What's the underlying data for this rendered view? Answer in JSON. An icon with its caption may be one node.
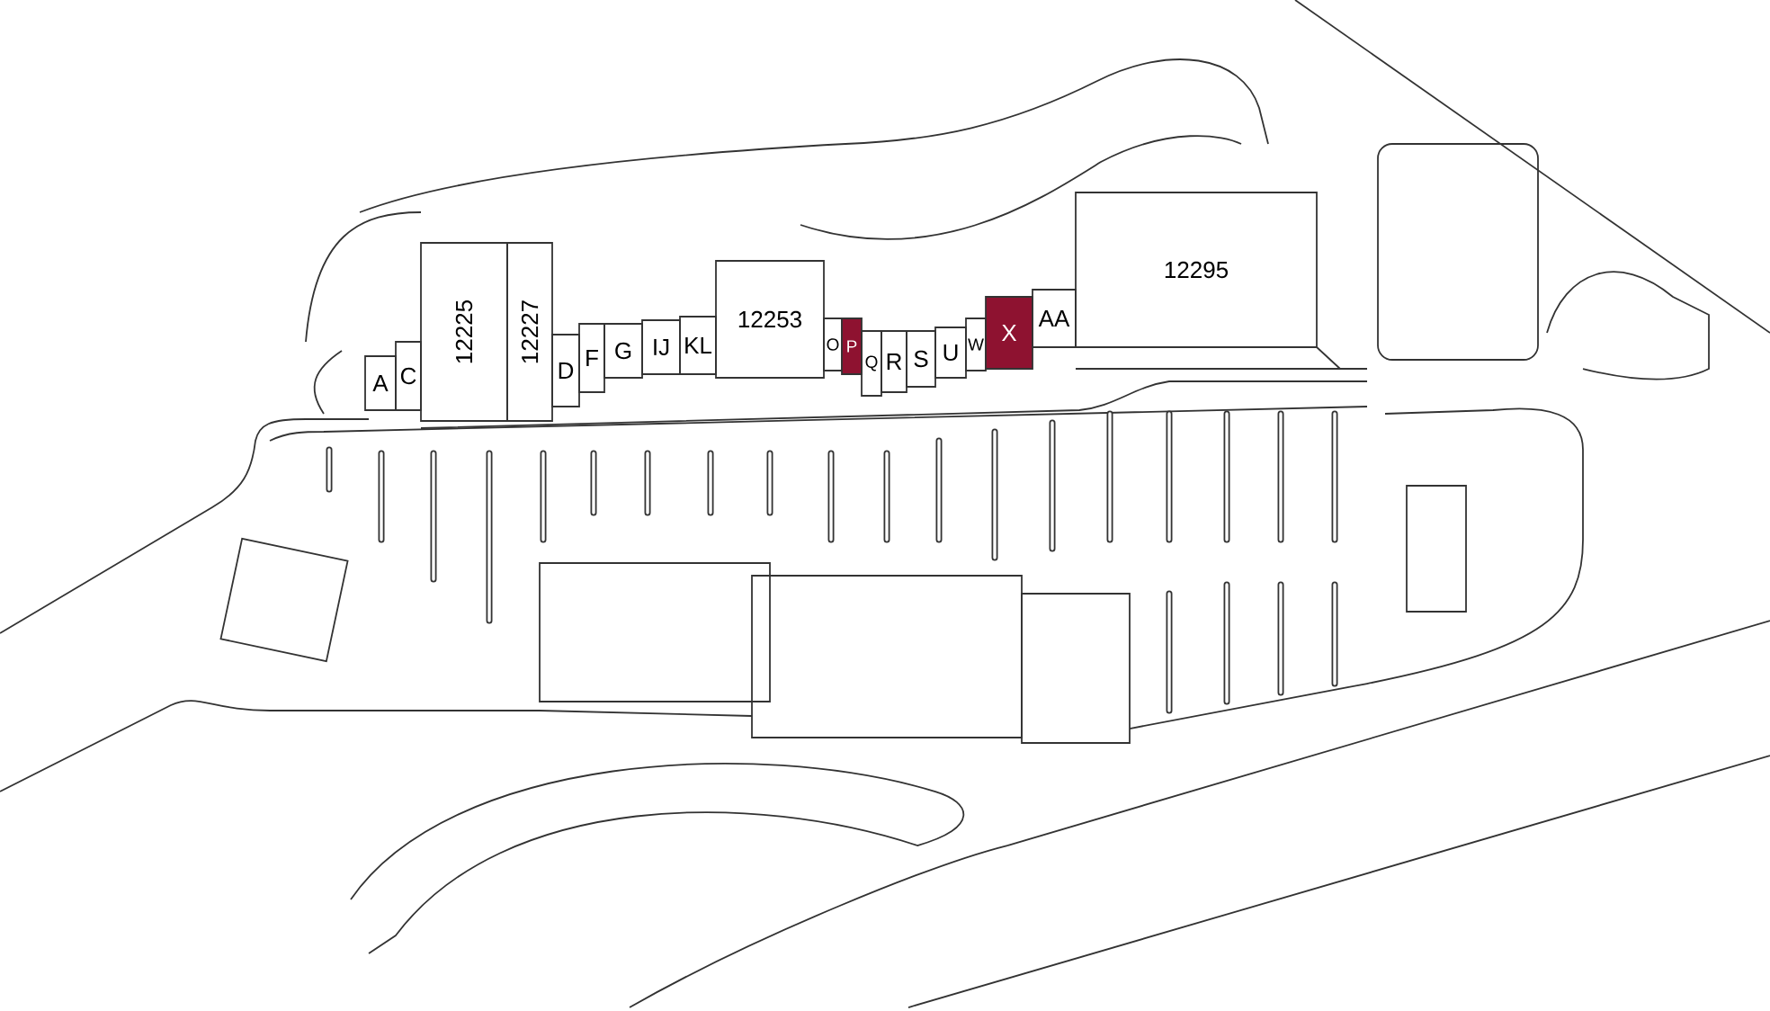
{
  "diagram": {
    "nodes": [
      {
        "text": [
          "A"
        ]
      },
      {
        "text": [
          "C"
        ]
      },
      {
        "text": [
          "12225"
        ]
      },
      {
        "text": [
          "12227"
        ]
      },
      {
        "text": [
          "D"
        ]
      },
      {
        "text": [
          "F"
        ]
      },
      {
        "text": [
          "G"
        ]
      },
      {
        "text": [
          "IJ"
        ]
      },
      {
        "text": [
          "KL"
        ]
      },
      {
        "text": [
          "12253"
        ]
      },
      {
        "text": [
          "O"
        ]
      },
      {
        "text": [
          "P"
        ]
      },
      {
        "text": [
          "Q"
        ]
      },
      {
        "text": [
          "R"
        ]
      },
      {
        "text": [
          "S"
        ]
      },
      {
        "text": [
          "U"
        ]
      },
      {
        "text": [
          "W"
        ]
      },
      {
        "text": [
          "X"
        ]
      },
      {
        "text": [
          "AA"
        ]
      },
      {
        "text": [
          "12295"
        ]
      },
      {
        "text": [],
        "shape": "box"
      },
      {
        "text": [],
        "shape": "box"
      },
      {
        "text": [],
        "shape": "box"
      },
      {
        "text": [],
        "shape": "box"
      },
      {
        "text": [],
        "shape": "box"
      },
      {
        "text": [],
        "shape": "box"
      }
    ]
  }
}
